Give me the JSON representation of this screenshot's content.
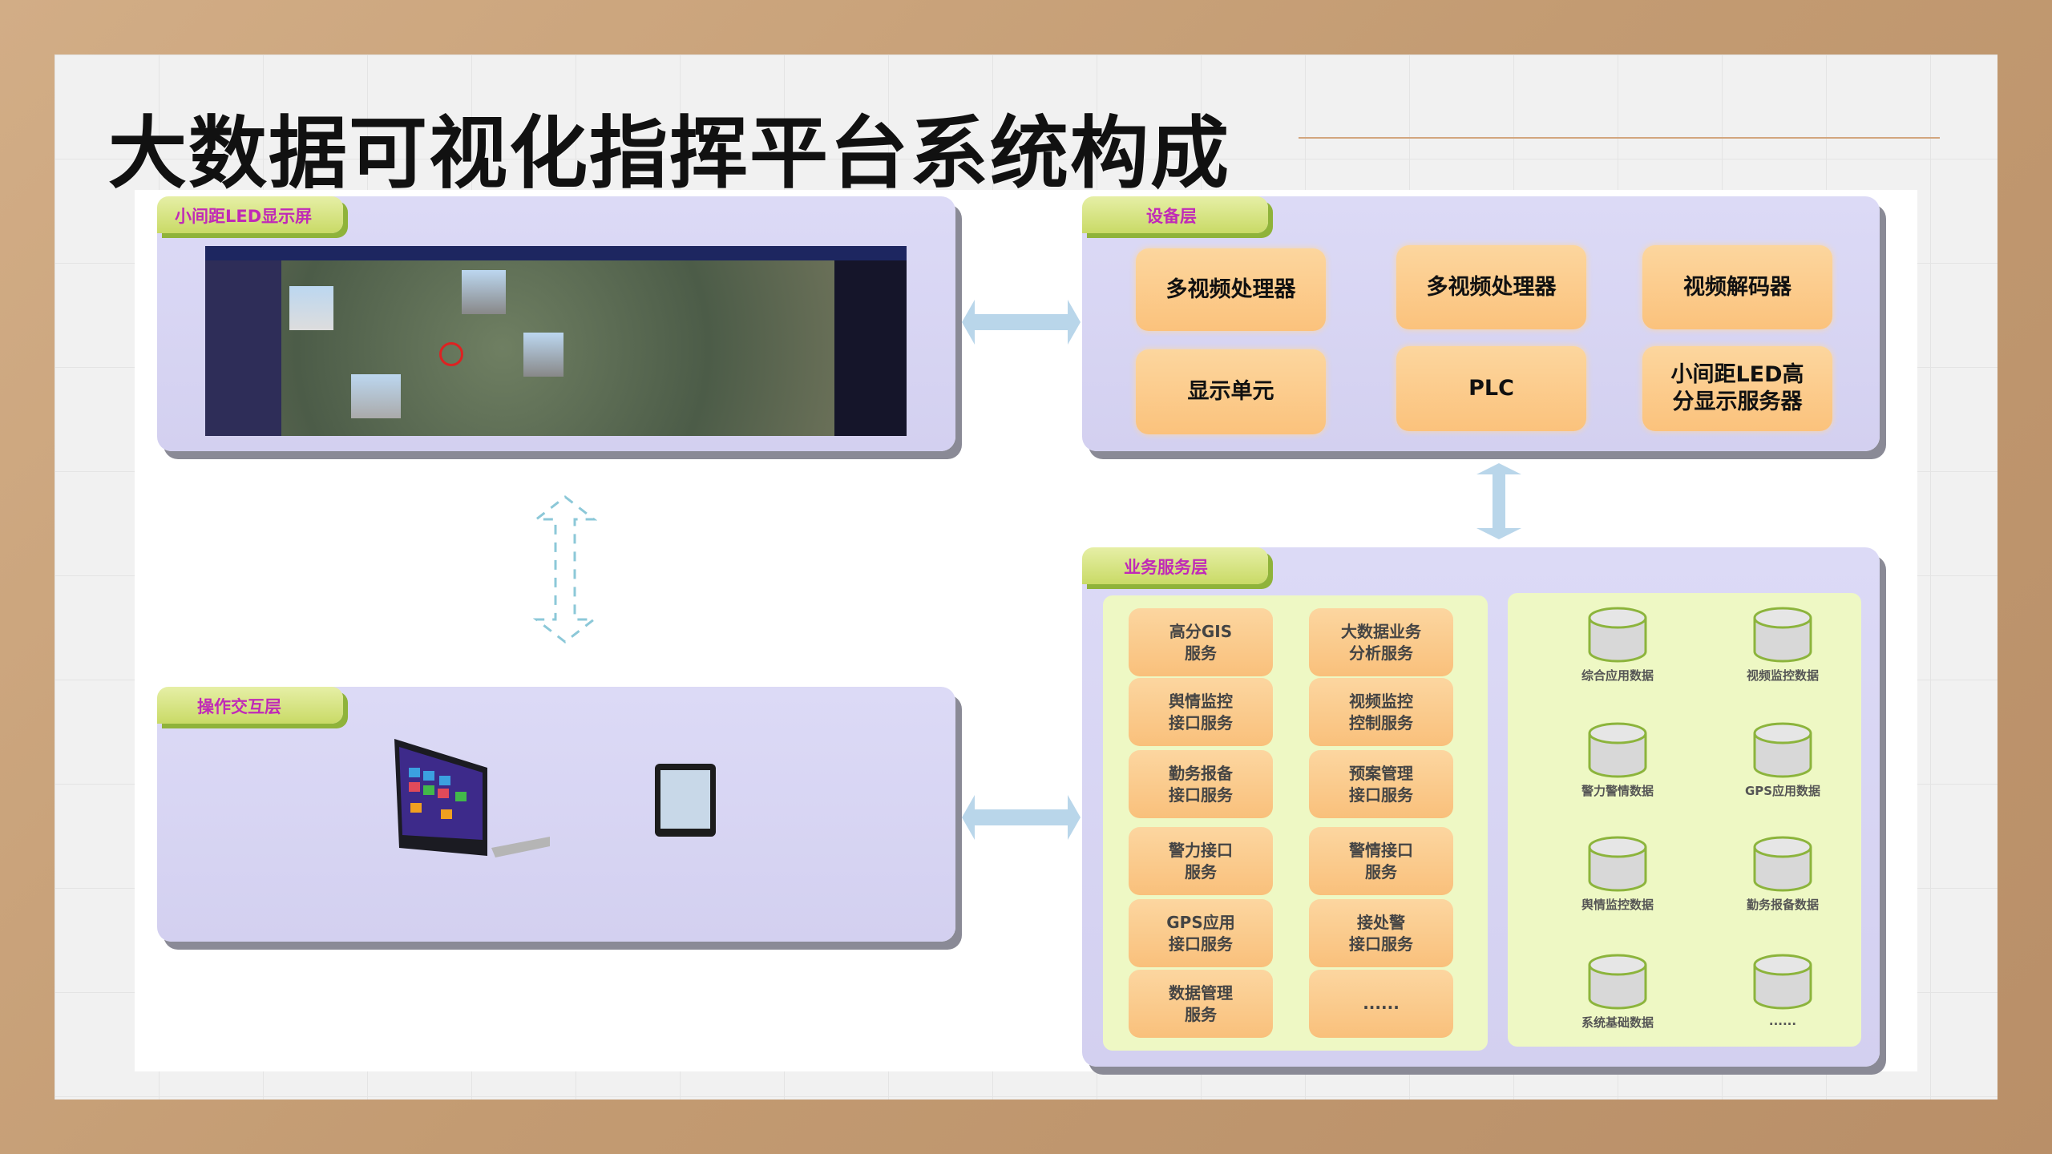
{
  "title": "大数据可视化指挥平台系统构成",
  "led_layer": {
    "label": "小间距LED显示屏"
  },
  "device_layer": {
    "label": "设备层",
    "items": [
      "多视频处理器",
      "多视频处理器",
      "视频解码器",
      "显示单元",
      "PLC",
      "小间距LED高\n分显示服务器"
    ]
  },
  "operation_layer": {
    "label": "操作交互层"
  },
  "service_layer": {
    "label": "业务服务层",
    "services": [
      "高分GIS\n服务",
      "大数据业务\n分析服务",
      "舆情监控\n接口服务",
      "视频监控\n控制服务",
      "勤务报备\n接口服务",
      "预案管理\n接口服务",
      "警力接口\n服务",
      "警情接口\n服务",
      "GPS应用\n接口服务",
      "接处警\n接口服务",
      "数据管理\n服务",
      "......"
    ],
    "databases": [
      "综合应用数据",
      "视频监控数据",
      "警力警情数据",
      "GPS应用数据",
      "舆情监控数据",
      "勤务报备数据",
      "系统基础数据",
      "......"
    ]
  },
  "colors": {
    "panel": "#d8d6f4",
    "tab": "#cfdf70",
    "tab_text": "#c02ab7",
    "box": "#fbc880",
    "arrow": "#b9d6ea",
    "accent_line": "#d2a67e"
  }
}
